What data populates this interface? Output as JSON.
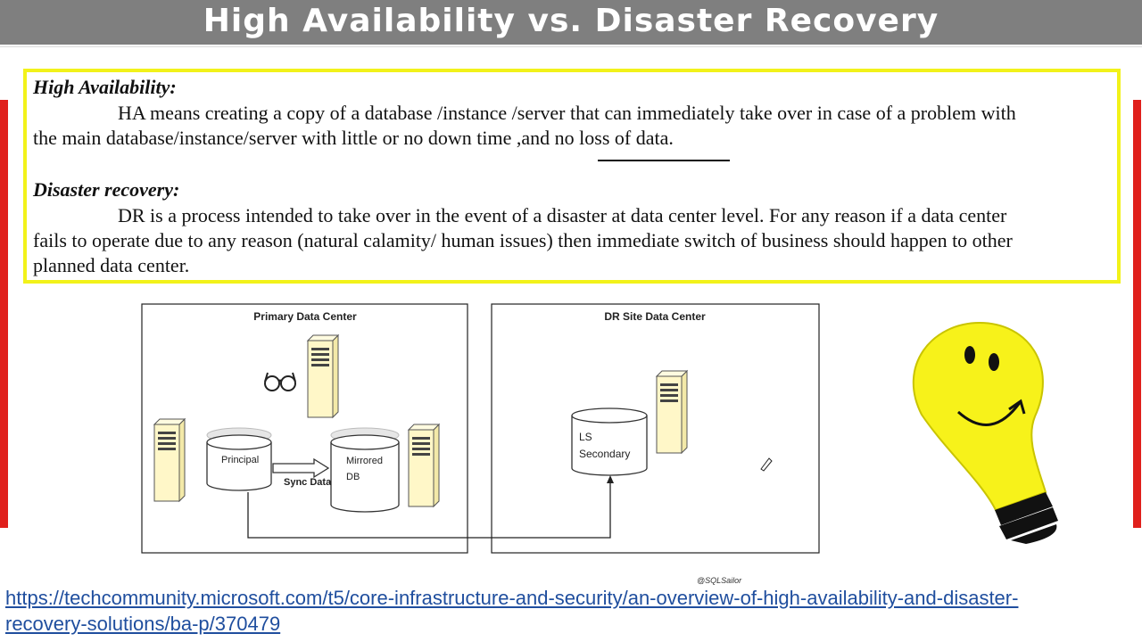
{
  "slide": {
    "title": "High Availability vs. Disaster Recovery"
  },
  "definitions": {
    "ha_heading": "High Availability:",
    "ha_text_line1": "HA means creating a copy of a database /instance /server that can immediately take over in case of a problem with",
    "ha_text_line2": "the main database/instance/server with little or no down time ,and no loss of data.",
    "dr_heading": "Disaster recovery:",
    "dr_text_line1": "DR is a process intended to take over in the event of a disaster at data center level. For any reason if a data center",
    "dr_text_line2": "fails to operate due to any reason (natural calamity/ human issues) then immediate switch of business should happen to other",
    "dr_text_line3": "planned data center."
  },
  "diagram": {
    "primary_title": "Primary Data Center",
    "dr_title": "DR Site Data Center",
    "principal_label": "Principal",
    "mirrored_label_1": "Mirrored",
    "mirrored_label_2": "DB",
    "sync_label": "Sync Data",
    "ls_label_1": "LS",
    "ls_label_2": "Secondary",
    "credit": "@SQLSailor"
  },
  "link": {
    "url_line1": "https://techcommunity.microsoft.com/t5/core-infrastructure-and-security/an-overview-of-high-availability-and-disaster-",
    "url_line2": "recovery-solutions/ba-p/370479"
  },
  "colors": {
    "title_bar": "#7f7f7f",
    "accent_red": "#e0201c",
    "box_yellow": "#f2f21a",
    "server_fill": "#fff7c8",
    "bulb_yellow": "#f7f21a",
    "link_blue": "#1f4e9e"
  }
}
